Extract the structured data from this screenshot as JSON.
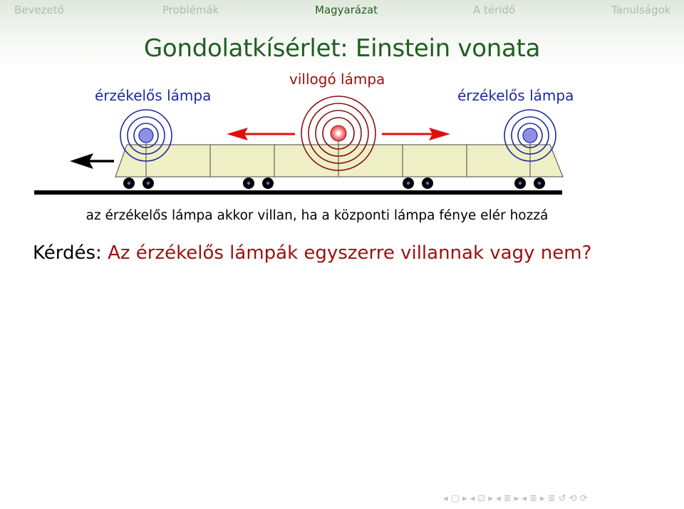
{
  "nav": {
    "items": [
      {
        "label": "Bevezető",
        "active": false
      },
      {
        "label": "Problémák",
        "active": false
      },
      {
        "label": "Magyarázat",
        "active": true
      },
      {
        "label": "A téridő",
        "active": false
      },
      {
        "label": "Tanulságok",
        "active": false
      }
    ]
  },
  "slide": {
    "title": "Gondolatkísérlet: Einstein vonata"
  },
  "figure": {
    "label_left": "érzékelős lámpa",
    "label_center": "villogó lámpa",
    "label_right": "érzékelős lámpa",
    "caption": "az érzékelős lámpa akkor villan, ha a központi lámpa fénye elér hozzá"
  },
  "question": {
    "prefix": "Kérdés:",
    "text": "Az érzékelős lámpák egyszerre villannak vagy nem?"
  },
  "beamer_nav": {
    "symbols": "◂ ▢ ▸ ◂ ⊡ ▸ ◂ ≣ ▸ ◂ ≣ ▸ ≣ ↺ ⟲ ⟳"
  },
  "colors": {
    "structure_green": "#1f5f1f",
    "nav_inactive": "#a9bfa7",
    "alert_red": "#9b1010",
    "label_blue": "#1e2a9e",
    "arrow_red": "#e01010",
    "train_fill": "#efefc6"
  }
}
